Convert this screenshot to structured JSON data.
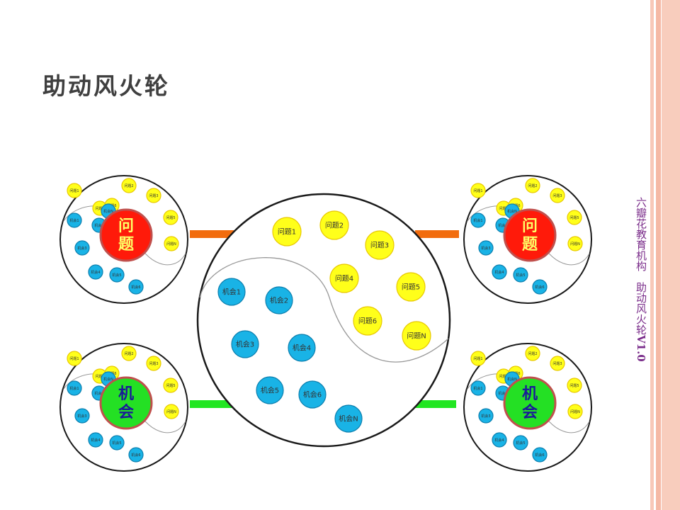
{
  "slide": {
    "title": "助动风火轮",
    "side_note": {
      "org": "六瓣花教育机构",
      "product": "助动风火轮",
      "version": "V1.0"
    }
  },
  "center_wheel": {
    "problems": [
      "问题1",
      "问题2",
      "问题3",
      "问题4",
      "问题5",
      "问题6",
      "问题N"
    ],
    "opportunities": [
      "机会1",
      "机会2",
      "机会3",
      "机会4",
      "机会5",
      "机会6",
      "机会N"
    ]
  },
  "satellite_wheels": [
    {
      "position": "top-left",
      "hub_label": "问题",
      "hub_kind": "problem",
      "yellow_dots": [
        "问题1",
        "问题2",
        "问题3",
        "问题4",
        "问题5",
        "问题6",
        "问题N"
      ],
      "blue_dots": [
        "机会1",
        "机会2",
        "机会3",
        "机会4",
        "机会5",
        "机会6",
        "机会N"
      ]
    },
    {
      "position": "top-right",
      "hub_label": "问题",
      "hub_kind": "problem",
      "yellow_dots": [
        "问题1",
        "问题2",
        "问题3",
        "问题4",
        "问题5",
        "问题6",
        "问题N"
      ],
      "blue_dots": [
        "机会1",
        "机会2",
        "机会3",
        "机会4",
        "机会5",
        "机会6",
        "机会N"
      ]
    },
    {
      "position": "bottom-left",
      "hub_label": "机会",
      "hub_kind": "opportunity",
      "yellow_dots": [
        "问题1",
        "问题2",
        "问题3",
        "问题4",
        "问题5",
        "问题6",
        "问题N"
      ],
      "blue_dots": [
        "机会1",
        "机会2",
        "机会3",
        "机会4",
        "机会5",
        "机会6",
        "机会N"
      ]
    },
    {
      "position": "bottom-right",
      "hub_label": "机会",
      "hub_kind": "opportunity",
      "yellow_dots": [
        "问题1",
        "问题2",
        "问题3",
        "问题4",
        "问题5",
        "问题6",
        "问题N"
      ],
      "blue_dots": [
        "机会1",
        "机会2",
        "机会3",
        "机会4",
        "机会5",
        "机会6",
        "机会N"
      ]
    }
  ],
  "colors": {
    "problem_bubble": "#ffff1a",
    "problem_bubble_border": "#e8c800",
    "opportunity_bubble": "#19b3e6",
    "opportunity_bubble_border": "#0d7fae",
    "problem_hub": "#ff1a0a",
    "problem_hub_text": "#ffff66",
    "opportunity_hub": "#24e024",
    "opportunity_hub_text": "#1a1a99",
    "hub_ring": "#c0504d",
    "problem_connector": "#f26c0d",
    "opportunity_connector": "#22e622",
    "wheel_outline": "#1a1a1a",
    "divider_curve": "#999999"
  }
}
